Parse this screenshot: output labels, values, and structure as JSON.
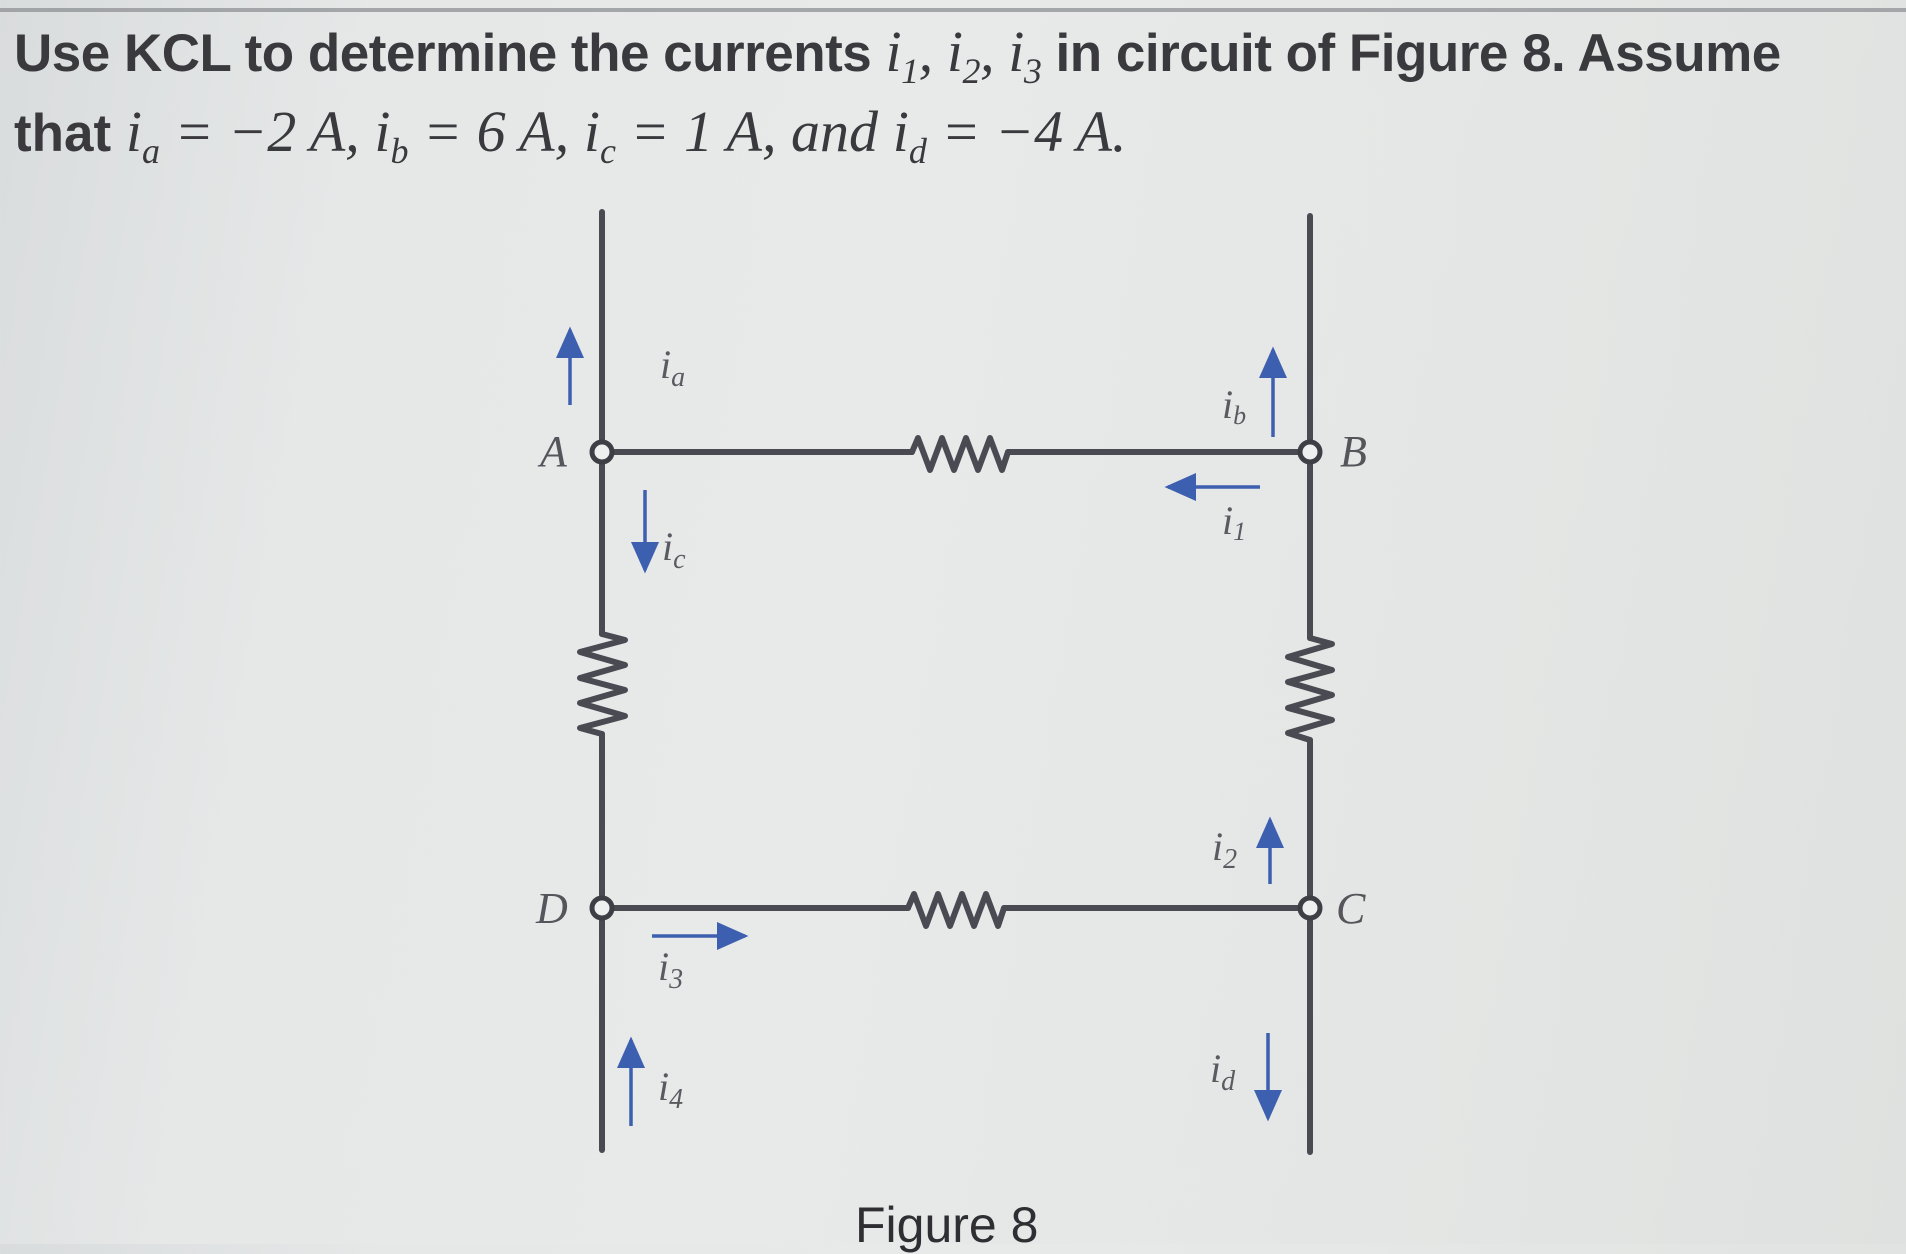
{
  "problem": {
    "line1_prefix": "Use KCL to determine the currents",
    "unknowns": [
      {
        "sym": "i",
        "sub": "1"
      },
      {
        "sym": "i",
        "sub": "2"
      },
      {
        "sym": "i",
        "sub": "3"
      }
    ],
    "line1_suffix": "in circuit of Figure 8. Assume",
    "line2_prefix": "that",
    "givens": [
      {
        "sym": "i",
        "sub": "a",
        "value": "= −2 A,"
      },
      {
        "sym": "i",
        "sub": "b",
        "value": "= 6 A,"
      },
      {
        "sym": "i",
        "sub": "c",
        "value": "= 1 A, and"
      },
      {
        "sym": "i",
        "sub": "d",
        "value": "= −4 A."
      }
    ]
  },
  "figure": {
    "caption": "Figure 8",
    "nodes": [
      {
        "label": "A"
      },
      {
        "label": "B"
      },
      {
        "label": "C"
      },
      {
        "label": "D"
      }
    ],
    "currents": [
      {
        "label": "i",
        "sub": "a",
        "direction": "up",
        "branch": "A-top"
      },
      {
        "label": "i",
        "sub": "b",
        "direction": "up",
        "branch": "B-top"
      },
      {
        "label": "i",
        "sub": "c",
        "direction": "down",
        "branch": "A-D"
      },
      {
        "label": "i",
        "sub": "1",
        "direction": "left",
        "branch": "B-A"
      },
      {
        "label": "i",
        "sub": "2",
        "direction": "up",
        "branch": "C-B"
      },
      {
        "label": "i",
        "sub": "3",
        "direction": "right",
        "branch": "D-C"
      },
      {
        "label": "i",
        "sub": "4",
        "direction": "up",
        "branch": "D-bottom"
      },
      {
        "label": "i",
        "sub": "d",
        "direction": "down",
        "branch": "C-bottom"
      }
    ],
    "colors": {
      "wire": "#4a4a52",
      "arrow": "#3d5fb0",
      "label": "#5a5a60"
    }
  }
}
